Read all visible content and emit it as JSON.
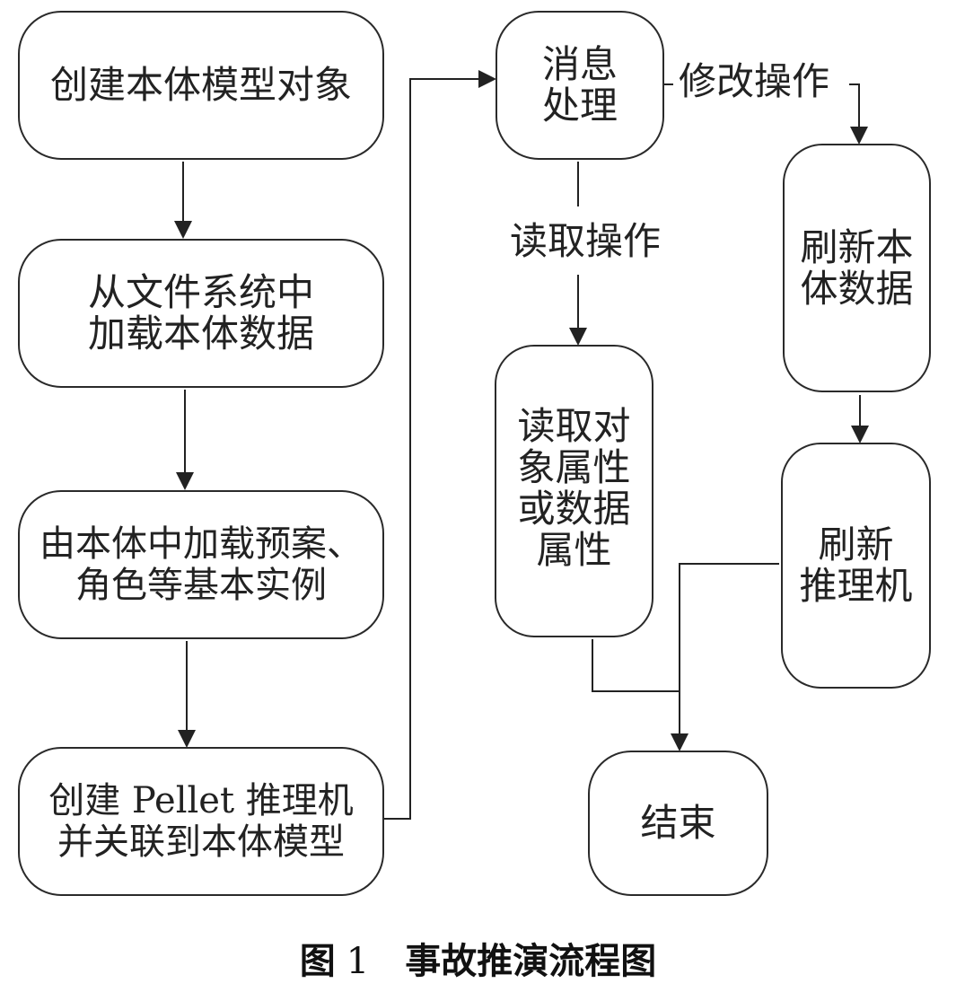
{
  "nodes": {
    "create_model": "创建本体模型对象",
    "load_data": "从文件系统中\n加载本体数据",
    "load_instances": "由本体中加载预案、\n角色等基本实例",
    "create_reasoner": "创建 Pellet 推理机\n并关联到本体模型",
    "message": "消息\n处理",
    "refresh_ontology": "刷新本\n体数据",
    "read_props": "读取对\n象属性\n或数据\n属性",
    "refresh_reasoner": "刷新\n推理机",
    "end": "结束"
  },
  "edge_labels": {
    "modify": "修改操作",
    "read": "读取操作"
  },
  "caption": {
    "prefix": "图",
    "number": "1",
    "title": "事故推演流程图"
  }
}
